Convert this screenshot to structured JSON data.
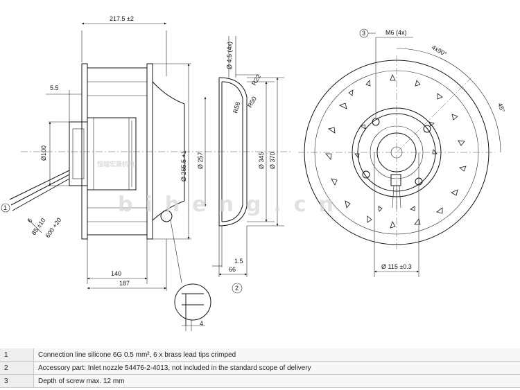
{
  "dimensions": {
    "overall_width": "217.5 ±2",
    "flange_offset": "5.5",
    "motor_diameter": "Ø100",
    "impeller_diameter": "Ø 265.5 +1",
    "cable_strip": "6",
    "cable_lead": "85 ±10",
    "cable_length": "600 +20",
    "width_140": "140",
    "width_187": "187",
    "detail_4": "4",
    "hole_4_5": "Ø 4.5 (4x)",
    "r22": "R22",
    "r50": "R50",
    "nozzle_r58": "R58",
    "d257": "Ø 257",
    "d345": "Ø 345",
    "d370": "Ø 370",
    "w1_5": "1.5",
    "w66": "66",
    "m6": "M6 (4x)",
    "angle_4x90": "4x90°",
    "angle_45": "45°",
    "d115": "Ø 115 ±0.3"
  },
  "callouts": {
    "c1": "1",
    "c2": "2",
    "c3": "3"
  },
  "watermark": {
    "chinese": "恒瑞宏晟机电",
    "pinyin": "biheng.cn"
  },
  "notes": [
    {
      "num": "1",
      "text": "Connection line silicone 6G 0.5 mm², 6 x brass lead tips crimped"
    },
    {
      "num": "2",
      "text": "Accessory part: Inlet nozzle 54476-2-4013, not included in the standard scope of delivery"
    },
    {
      "num": "3",
      "text": "Depth of screw max. 12 mm"
    }
  ]
}
